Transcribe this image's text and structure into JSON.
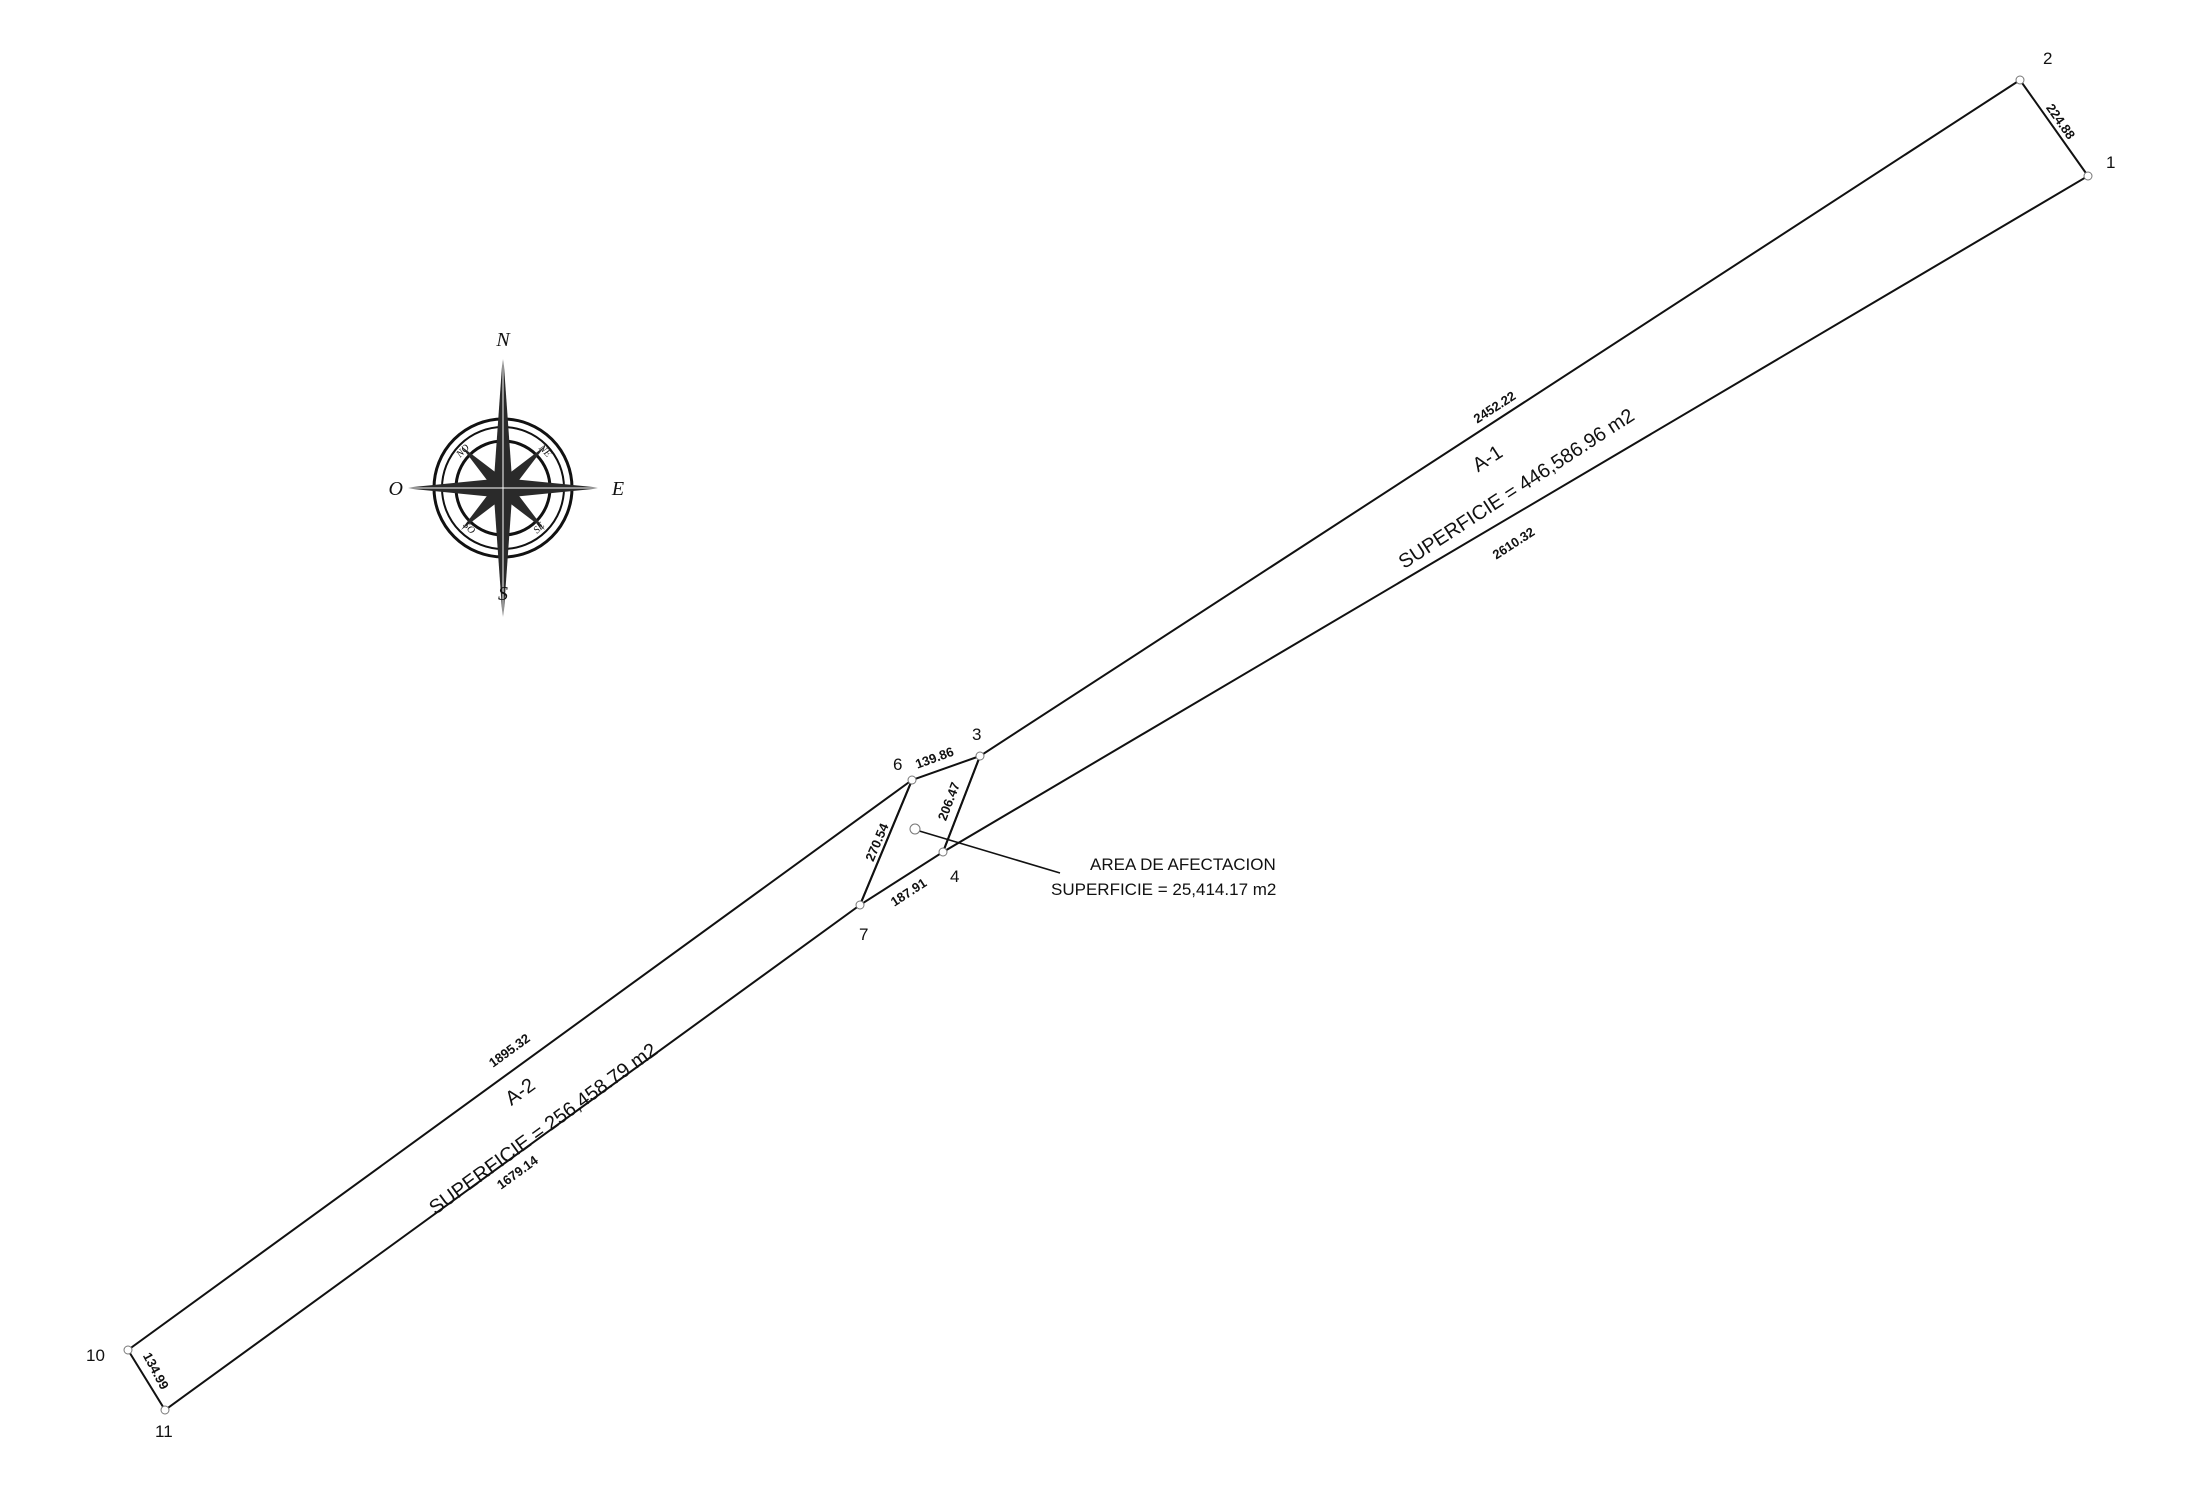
{
  "vertices": [
    {
      "id": "1",
      "label": "1"
    },
    {
      "id": "2",
      "label": "2"
    },
    {
      "id": "3",
      "label": "3"
    },
    {
      "id": "4",
      "label": "4"
    },
    {
      "id": "6",
      "label": "6"
    },
    {
      "id": "7",
      "label": "7"
    },
    {
      "id": "10",
      "label": "10"
    },
    {
      "id": "11",
      "label": "11"
    }
  ],
  "dimensions": {
    "d_1_2": "224.88",
    "d_2_3": "2452.22",
    "d_1_4": "2610.32",
    "d_6_3": "139.86",
    "d_3_4": "206.47",
    "d_6_7": "270.54",
    "d_7_4": "187.91",
    "d_10_6": "1895.32",
    "d_11_7": "1679.14",
    "d_10_11": "134.99"
  },
  "areas": {
    "a1": {
      "name": "A-1",
      "surface": "SUPERFICIE = 446,586.96  m2"
    },
    "a2": {
      "name": "A-2",
      "surface": "SUPERFICIE = 256,458.79  m2"
    },
    "affected": {
      "title": "AREA DE AFECTACION",
      "surface": "SUPERFICIE = 25,414.17 m2"
    }
  },
  "compass": {
    "north": "N",
    "south": "S",
    "east": "E",
    "west": "O",
    "ne": "NE",
    "no": "NO",
    "se": "SE",
    "so": "SO"
  }
}
